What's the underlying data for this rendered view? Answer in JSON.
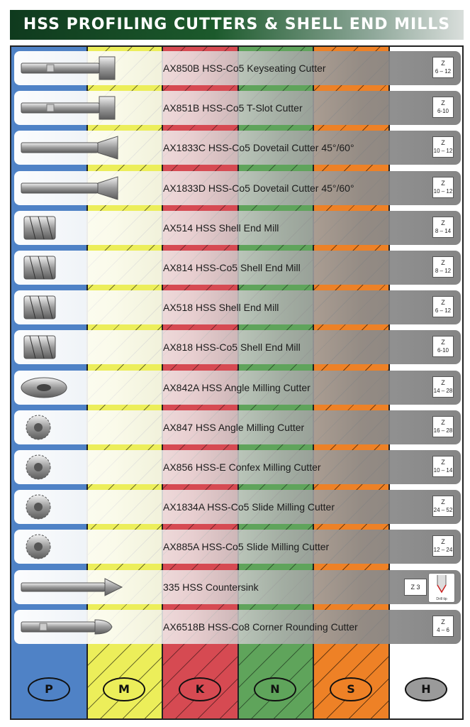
{
  "title": "HSS PROFILING CUTTERS & SHELL END MILLS",
  "materials": [
    {
      "label": "P",
      "color": "#4f82c6",
      "badge_color": "#4f82c6"
    },
    {
      "label": "M",
      "color": "#ecee5a",
      "badge_color": "#ecee5a"
    },
    {
      "label": "K",
      "color": "#d64a52",
      "badge_color": "#d64a52"
    },
    {
      "label": "N",
      "color": "#5fa45b",
      "badge_color": "#5fa45b"
    },
    {
      "label": "S",
      "color": "#ee8126",
      "badge_color": "#ee8126"
    },
    {
      "label": "H",
      "color": "#ffffff",
      "badge_color": "#9a9a9a"
    }
  ],
  "products": [
    {
      "name": "AX850B HSS-Co5 Keyseating Cutter",
      "z_label": "Z",
      "z_value": "6 – 12",
      "tool_icon": "keyseat-cutter-icon"
    },
    {
      "name": "AX851B HSS-Co5 T-Slot Cutter",
      "z_label": "Z",
      "z_value": "6-10",
      "tool_icon": "tslot-cutter-icon"
    },
    {
      "name": "AX1833C HSS-Co5 Dovetail Cutter 45°/60°",
      "z_label": "Z",
      "z_value": "10 – 12",
      "tool_icon": "dovetail-cutter-icon"
    },
    {
      "name": "AX1833D HSS-Co5 Dovetail Cutter 45°/60°",
      "z_label": "Z",
      "z_value": "10 – 12",
      "tool_icon": "dovetail-cutter-icon"
    },
    {
      "name": "AX514 HSS Shell End Mill",
      "z_label": "Z",
      "z_value": "8 – 14",
      "tool_icon": "shell-end-mill-icon"
    },
    {
      "name": "AX814 HSS-Co5 Shell End Mill",
      "z_label": "Z",
      "z_value": "8 – 12",
      "tool_icon": "shell-end-mill-icon"
    },
    {
      "name": "AX518 HSS Shell End Mill",
      "z_label": "Z",
      "z_value": "6 – 12",
      "tool_icon": "shell-end-mill-icon"
    },
    {
      "name": "AX818 HSS-Co5 Shell End Mill",
      "z_label": "Z",
      "z_value": "6-10",
      "tool_icon": "shell-end-mill-icon"
    },
    {
      "name": "AX842A HSS Angle Milling Cutter",
      "z_label": "Z",
      "z_value": "14 – 28",
      "tool_icon": "angle-cutter-icon"
    },
    {
      "name": "AX847 HSS Angle Milling Cutter",
      "z_label": "Z",
      "z_value": "16 – 28",
      "tool_icon": "disc-cutter-icon"
    },
    {
      "name": "AX856 HSS-E Confex Milling Cutter",
      "z_label": "Z",
      "z_value": "10 – 14",
      "tool_icon": "disc-cutter-icon"
    },
    {
      "name": "AX1834A HSS-Co5 Slide Milling Cutter",
      "z_label": "Z",
      "z_value": "24 – 52",
      "tool_icon": "disc-cutter-icon"
    },
    {
      "name": "AX885A HSS-Co5 Slide Milling Cutter",
      "z_label": "Z",
      "z_value": "12 – 24",
      "tool_icon": "disc-cutter-icon"
    },
    {
      "name": "335 HSS Countersink",
      "z_label": "Z 3",
      "z_value": "",
      "extra_label": "Drill tip",
      "tool_icon": "countersink-icon"
    },
    {
      "name": "AX6518B HSS-Co8 Corner Rounding Cutter",
      "z_label": "Z",
      "z_value": "4 – 6",
      "tool_icon": "corner-rounding-cutter-icon"
    }
  ]
}
